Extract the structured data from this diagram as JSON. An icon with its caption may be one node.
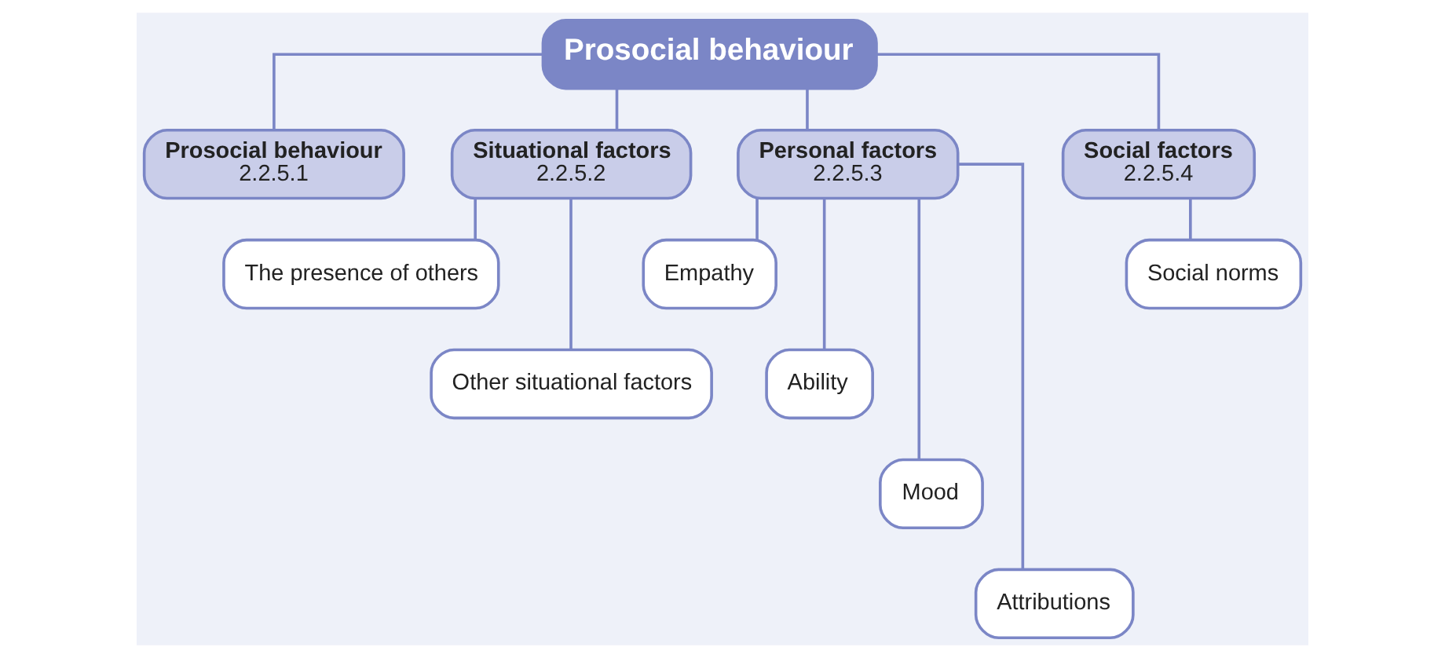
{
  "diagram": {
    "nodes": [
      {
        "text": [
          "Prosocial behaviour"
        ]
      },
      {
        "text": [
          "Prosocial behaviour",
          "2.2.5.1"
        ]
      },
      {
        "text": [
          "Situational factors",
          "2.2.5.2"
        ]
      },
      {
        "text": [
          "The presence of others"
        ]
      },
      {
        "text": [
          "Other situational factors"
        ]
      },
      {
        "text": [
          "Personal factors",
          "2.2.5.3"
        ]
      },
      {
        "text": [
          "Empathy"
        ]
      },
      {
        "text": [
          "Ability"
        ]
      },
      {
        "text": [
          "Mood"
        ]
      },
      {
        "text": [
          "Attributions"
        ]
      },
      {
        "text": [
          "Social factors",
          "2.2.5.4"
        ]
      },
      {
        "text": [
          "Social norms"
        ]
      }
    ],
    "edges": [
      {
        "from": 0,
        "to": 1,
        "arrow": "none"
      },
      {
        "from": 0,
        "to": 2,
        "arrow": "none"
      },
      {
        "from": 0,
        "to": 5,
        "arrow": "none"
      },
      {
        "from": 0,
        "to": 10,
        "arrow": "none"
      },
      {
        "from": 2,
        "to": 3,
        "arrow": "none"
      },
      {
        "from": 2,
        "to": 4,
        "arrow": "none"
      },
      {
        "from": 5,
        "to": 6,
        "arrow": "none"
      },
      {
        "from": 5,
        "to": 7,
        "arrow": "none"
      },
      {
        "from": 5,
        "to": 8,
        "arrow": "none"
      },
      {
        "from": 5,
        "to": 9,
        "arrow": "none"
      },
      {
        "from": 10,
        "to": 11,
        "arrow": "none"
      }
    ]
  }
}
